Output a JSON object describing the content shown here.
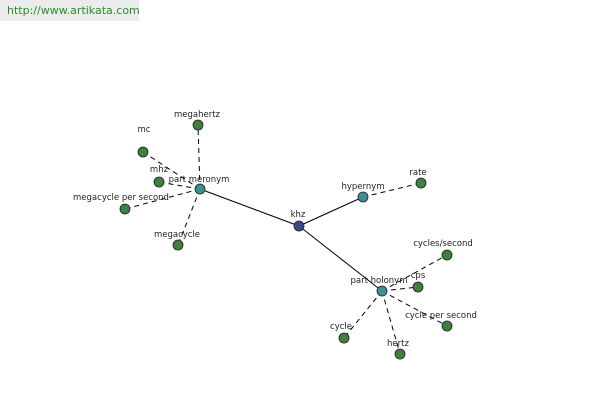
{
  "header": {
    "url": "http://www.artikata.com"
  },
  "graph": {
    "colors": {
      "center": "#3b4a8f",
      "relation": "#3e8f94",
      "leaf": "#3f7f3f",
      "node_stroke": "#1f1f1f",
      "solid_edge": "#000000",
      "dashed_edge": "#000000"
    },
    "center": {
      "label": "khz"
    },
    "relations": [
      {
        "id": "part-meronym",
        "label": "part meronym"
      },
      {
        "id": "hypernym",
        "label": "hypernym"
      },
      {
        "id": "part-holonym",
        "label": "part holonym"
      }
    ],
    "leaves": [
      {
        "id": "mc",
        "relation": "part-meronym",
        "label": "mc"
      },
      {
        "id": "megahertz",
        "relation": "part-meronym",
        "label": "megahertz"
      },
      {
        "id": "mhz",
        "relation": "part-meronym",
        "label": "mhz"
      },
      {
        "id": "megacycle-per-second",
        "relation": "part-meronym",
        "label": "megacycle per second"
      },
      {
        "id": "megacycle",
        "relation": "part-meronym",
        "label": "megacycle"
      },
      {
        "id": "rate",
        "relation": "hypernym",
        "label": "rate"
      },
      {
        "id": "cycles-second",
        "relation": "part-holonym",
        "label": "cycles/second"
      },
      {
        "id": "cps",
        "relation": "part-holonym",
        "label": "cps"
      },
      {
        "id": "cycle-per-second",
        "relation": "part-holonym",
        "label": "cycle per second"
      },
      {
        "id": "cycle",
        "relation": "part-holonym",
        "label": "cycle"
      },
      {
        "id": "hertz",
        "relation": "part-holonym",
        "label": "hertz"
      }
    ]
  }
}
